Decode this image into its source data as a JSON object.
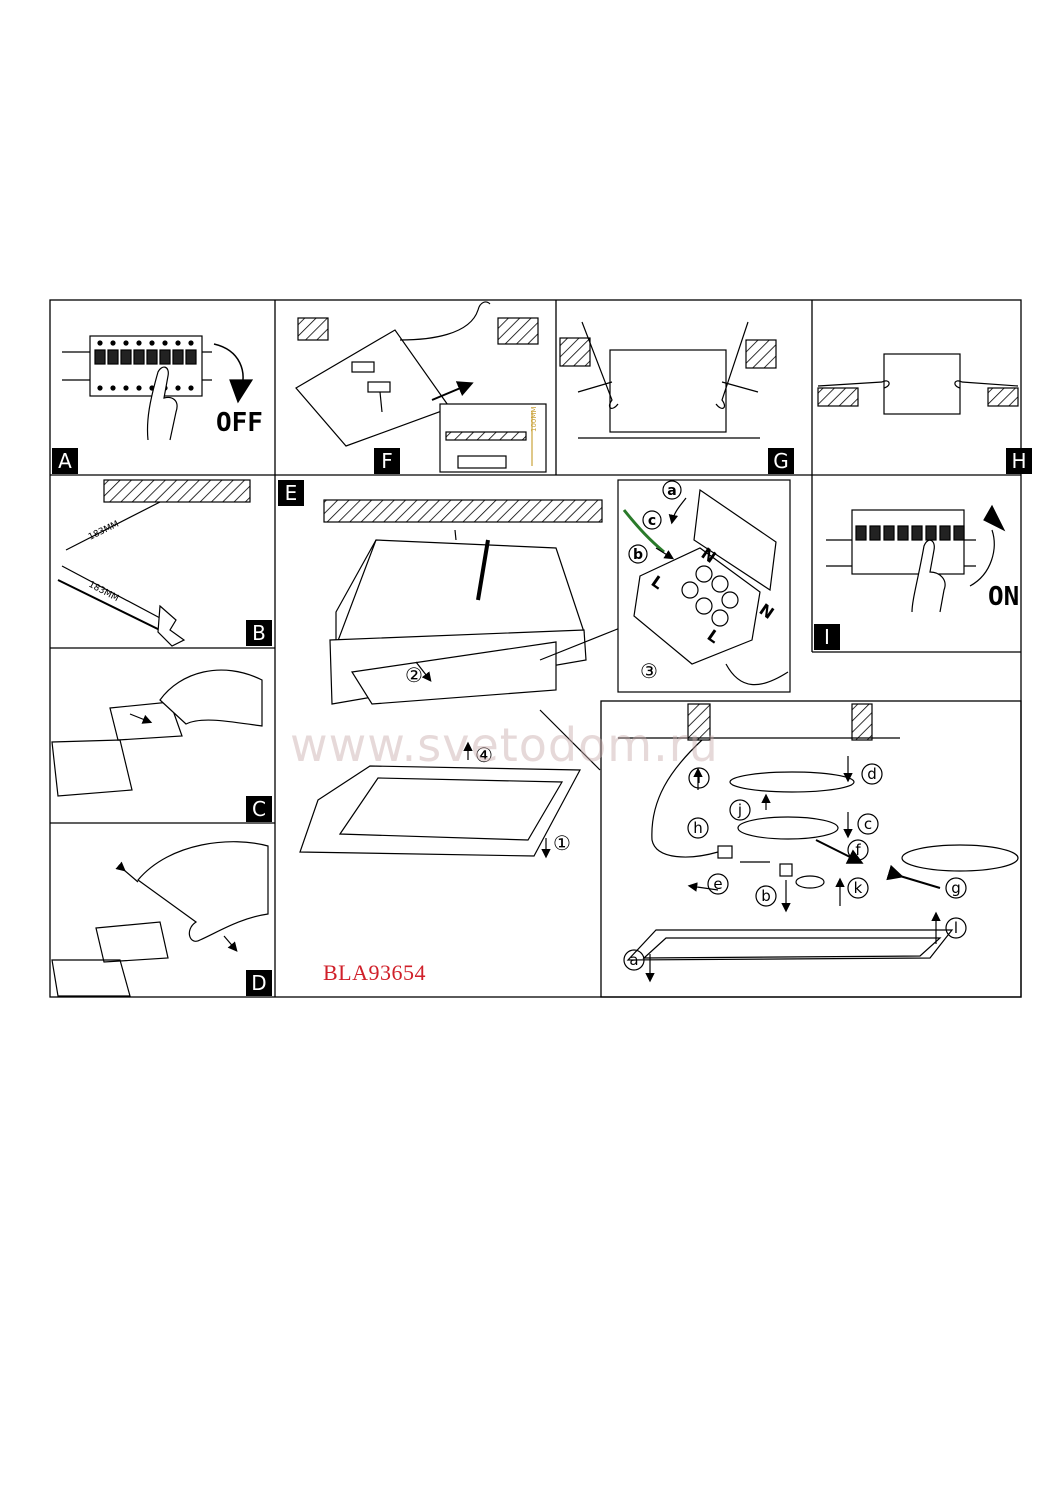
{
  "panels": {
    "a": {
      "label": "A",
      "switch_text": "OFF"
    },
    "f": {
      "label": "F",
      "dimension_text": "100MM"
    },
    "g": {
      "label": "G"
    },
    "h": {
      "label": "H"
    },
    "b": {
      "label": "B",
      "dim_top": "183MM",
      "dim_bottom": "183MM"
    },
    "e": {
      "label": "E",
      "steps": [
        "②",
        "③",
        "④",
        "①"
      ],
      "terminal_letters": [
        "a",
        "b",
        "c"
      ],
      "terminal_marks": [
        "N",
        "L",
        "N",
        "L"
      ]
    },
    "i": {
      "label": "I",
      "switch_text": "ON"
    },
    "c": {
      "label": "C"
    },
    "d": {
      "label": "D"
    },
    "detail": {
      "letters": [
        "i",
        "d",
        "j",
        "h",
        "c",
        "f",
        "e",
        "b",
        "k",
        "g",
        "a",
        "l"
      ]
    }
  },
  "model_code": "BLA93654",
  "watermark": "www.svetodom.ru",
  "icons": [
    "arrow-icon",
    "hand-icon",
    "circuit-breaker-icon",
    "ceiling-hatch-icon",
    "saw-icon",
    "spring-clip-icon"
  ]
}
